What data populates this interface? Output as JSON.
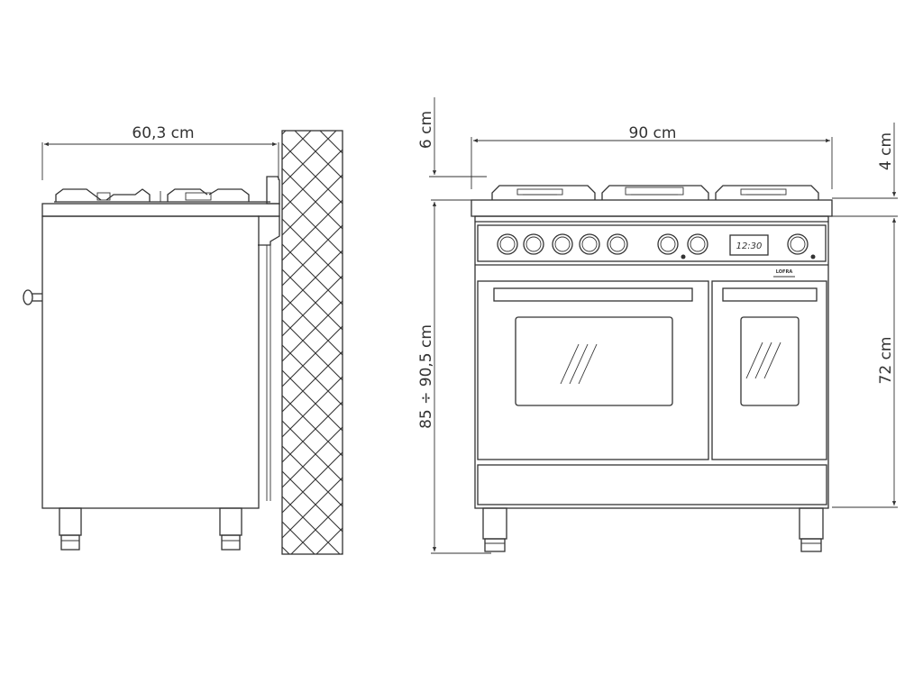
{
  "dimensions": {
    "side_depth": "60,3 cm",
    "front_width": "90 cm",
    "hob_clearance": "6 cm",
    "top_thickness": "4 cm",
    "total_height": "85 ÷ 90,5 cm",
    "body_height": "72 cm"
  },
  "display": {
    "time": "12:30"
  },
  "brand": {
    "name": "LOFRA"
  },
  "colors": {
    "line": "#333333",
    "background": "#ffffff"
  }
}
